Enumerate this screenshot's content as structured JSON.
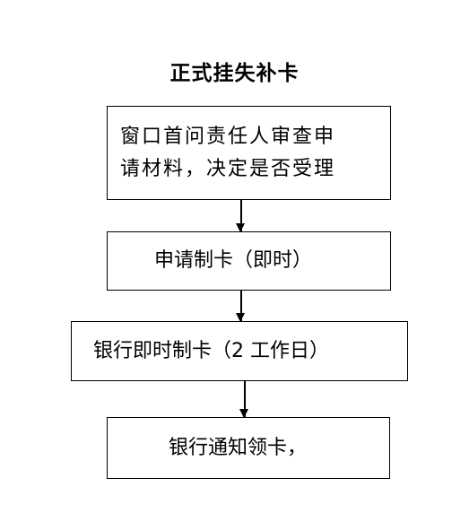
{
  "title": "正式挂失补卡",
  "steps": [
    {
      "lines": [
        "窗口首问责任人审查申",
        "请材料，决定是否受理"
      ]
    },
    {
      "lines": [
        "申请制卡（即时）"
      ]
    },
    {
      "lines": [
        "银行即时制卡（2 工作日）"
      ]
    },
    {
      "lines": [
        "银行通知领卡，"
      ]
    }
  ]
}
